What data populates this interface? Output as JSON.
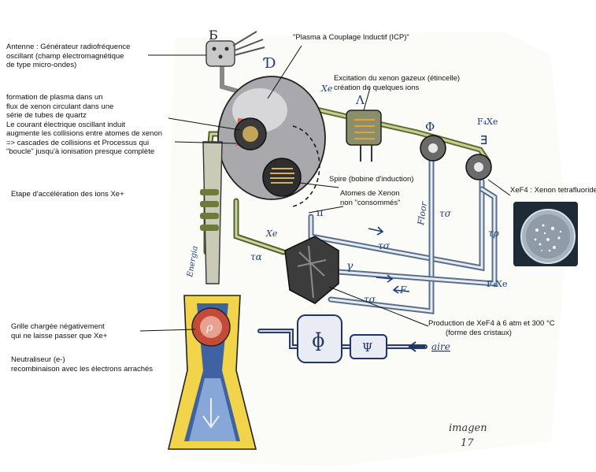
{
  "annotations": {
    "antenna": [
      "Antenne : Générateur radiofréquence",
      "oscillant (champ électromagnétique",
      "de type micro-ondes)"
    ],
    "icp": "\"Plasma à Couplage Inductif (ICP)\"",
    "plasma_formation": [
      "formation de plasma dans un",
      "flux de xenon circulant dans une",
      "série de tubes de quartz",
      "Le courant électrique oscillant induit",
      "augmente les collisions entre atomes de xenon",
      " => cascades de collisions et Processus qui",
      "\"boucle\" jusqu'à ionisation presque complète"
    ],
    "excitation": [
      "Excitation du xenon gazeux (étincelle)",
      "création de quelques ions"
    ],
    "acceleration": "Etape d'accélération des ions Xe+",
    "spire": "Spire (bobine d'induction)",
    "atomes": [
      "Atomes de Xenon",
      "non \"consommés\""
    ],
    "xef4": "XeF4 : Xenon tetrafluoride",
    "grille": [
      "Grille chargée négativement",
      "qui ne laisse passer que Xe+"
    ],
    "neutraliseur": [
      "Neutraliseur (e-)",
      "recombinaison avec les électrons arrachés"
    ],
    "production": [
      "Production de XeF4 à 6 atm et 300 °C",
      "(forme des cristaux)"
    ]
  },
  "drawing_labels": {
    "b_symbol": "Б",
    "d_symbol": "Ɗ",
    "xe_top": "Xe",
    "lambda": "Λ",
    "phi": "Φ",
    "f4xe_top": "F₄Xe",
    "box_symbol": "ⴺ",
    "tau_a": "τα",
    "tau_sigma_1": "τσ",
    "tau_sigma_2": "τσ",
    "tau_sigma_3": "τσ",
    "tau_rho": "τρ",
    "xe_mid": "Xe",
    "pi": "π",
    "gamma": "γ",
    "floor": "Floor",
    "f_arrow": "F",
    "f4xe_bottom": "F₄Xe",
    "energia": "Energia",
    "rho": "ρ",
    "phi_big": "ɸ",
    "psi": "Ψ",
    "aire": "aire",
    "imagen": "imagen",
    "page_no": "17"
  }
}
